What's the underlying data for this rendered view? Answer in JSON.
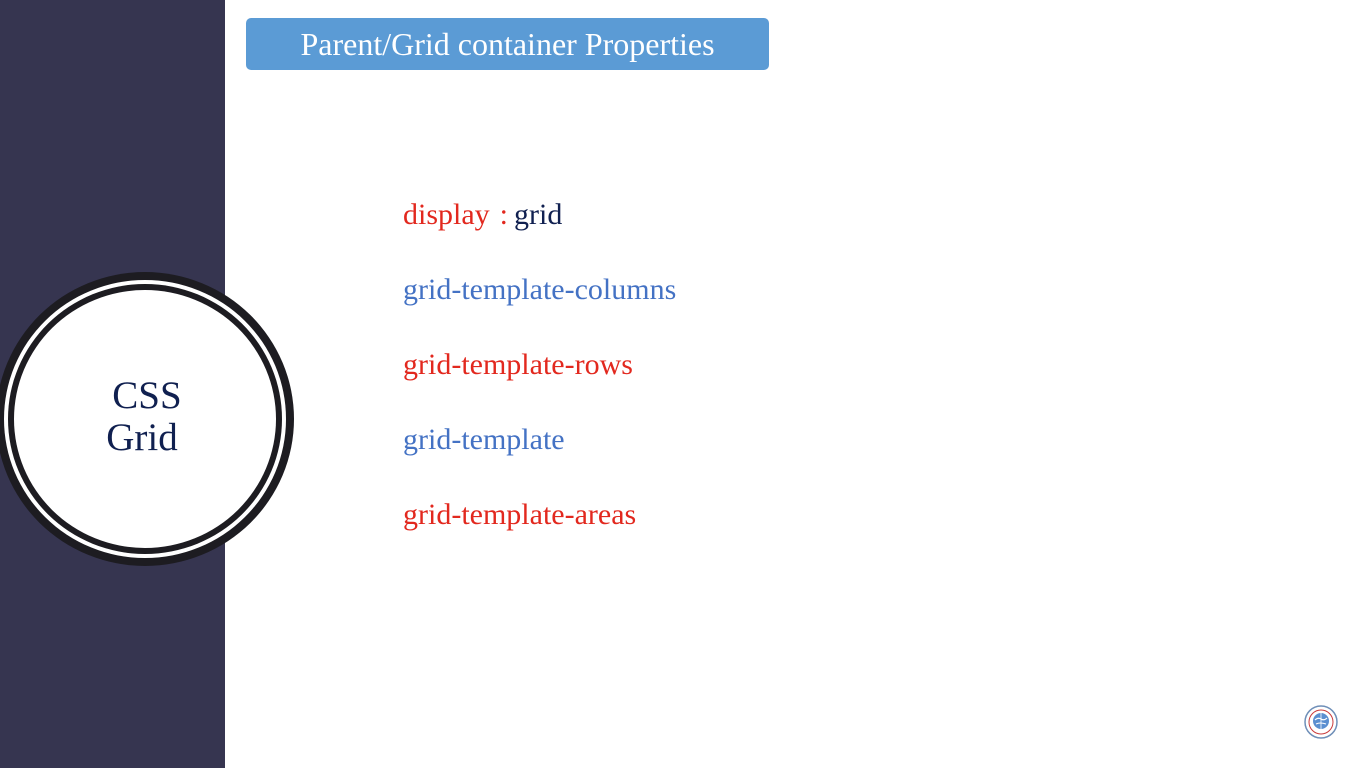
{
  "slide": {
    "title": "Parent/Grid container Properties",
    "badge": {
      "line1": "CSS",
      "line2": "Grid"
    },
    "properties": [
      {
        "name": "display",
        "separator": ":",
        "value": "grid",
        "color": "red"
      },
      {
        "name": "grid-template-columns",
        "color": "blue"
      },
      {
        "name": "grid-template-rows",
        "color": "red"
      },
      {
        "name": "grid-template",
        "color": "blue"
      },
      {
        "name": "grid-template-areas",
        "color": "red"
      }
    ],
    "logo_icon": "globe-logo-icon"
  },
  "colors": {
    "sidebar": "#363550",
    "title_background": "#5b9bd5",
    "red": "#e2281e",
    "blue": "#4472c4",
    "navy": "#102050"
  }
}
